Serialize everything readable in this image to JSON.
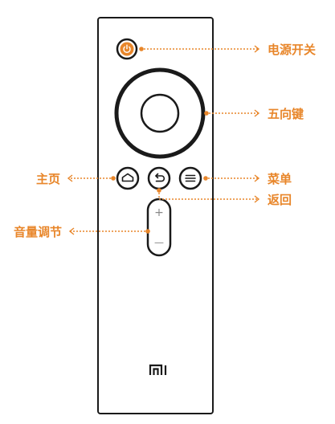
{
  "colors": {
    "accent": "#e8862a",
    "outline": "#1a1a1a",
    "background": "#ffffff"
  },
  "labels": {
    "power": "电源开关",
    "dpad": "五向键",
    "home": "主页",
    "menu": "菜单",
    "back": "返回",
    "volume": "音量调节"
  },
  "volume": {
    "plus": "+",
    "minus": "—"
  },
  "brand": {
    "logo_text": "mi"
  },
  "icons": {
    "power": "power-icon",
    "home": "home-icon",
    "back": "back-arrow-icon",
    "menu": "menu-lines-icon",
    "logo": "mi-logo-icon"
  }
}
